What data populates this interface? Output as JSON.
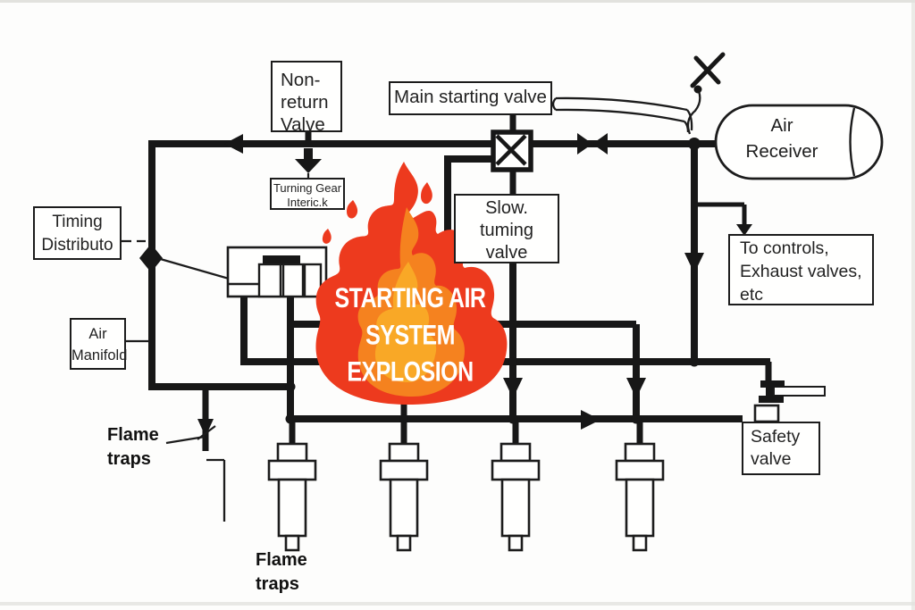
{
  "page": {
    "background": "#fdfdfc",
    "line_color": "#171717"
  },
  "flame": {
    "colors": {
      "outer": "#ed3a1e",
      "mid": "#f5821f",
      "inner": "#f9a826"
    },
    "lines": [
      "STARTING AIR",
      "SYSTEM",
      "EXPLOSION"
    ]
  },
  "labels": {
    "non_return_valve": [
      "Non-",
      "return",
      "Valve"
    ],
    "main_starting_valve": "Main starting valve",
    "turning_gear_interlock": [
      "Turning Gear",
      "Interic.k"
    ],
    "slow_turning_valve": [
      "Slow.",
      "tuming",
      "valve"
    ],
    "timing_distributor": [
      "Timing",
      "Distributo"
    ],
    "air_manifold": [
      "Air",
      "Manifold"
    ],
    "air_receiver": [
      "Air",
      "Receiver"
    ],
    "to_controls": [
      "To controls,",
      "Exhaust valves,",
      "etc"
    ],
    "safety_valve": [
      "Safety",
      "valve"
    ],
    "flame_traps_left": [
      "Flame",
      "traps"
    ],
    "flame_traps_bottom": [
      "Flame",
      "traps"
    ]
  }
}
